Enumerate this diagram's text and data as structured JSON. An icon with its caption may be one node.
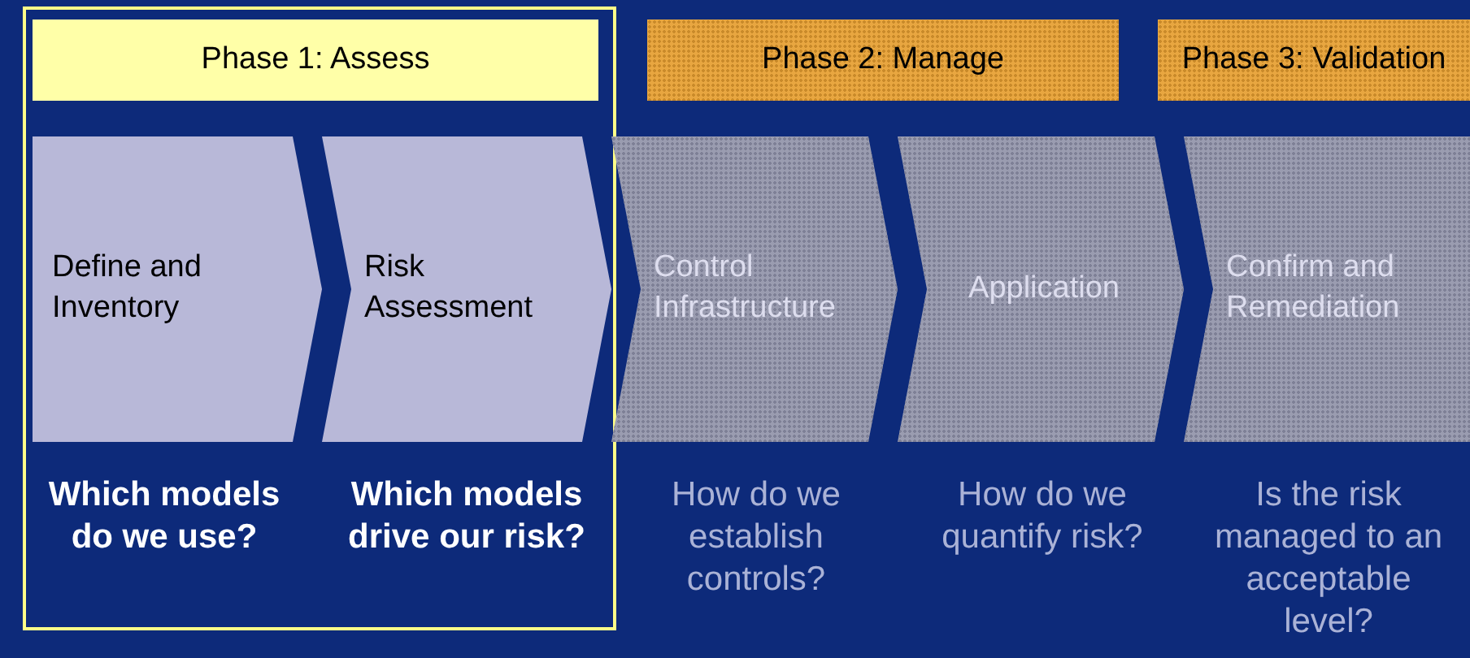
{
  "diagram": {
    "nodes": [
      {
        "text": [
          "Phase 1: Assess"
        ]
      },
      {
        "text": [
          "Phase 2: Manage"
        ]
      },
      {
        "text": [
          "Phase 3: Validation"
        ]
      },
      {
        "text": [
          "Define and Inventory"
        ],
        "beside": [
          "Which models do we use?"
        ]
      },
      {
        "text": [
          "Risk Assessment"
        ],
        "beside": [
          "Which models drive our risk?"
        ]
      },
      {
        "text": [
          "Control Infrastructure"
        ],
        "beside": [
          "How do we establish controls?"
        ]
      },
      {
        "text": [
          "Application"
        ],
        "beside": [
          "How do we quantify risk?"
        ]
      },
      {
        "text": [
          "Confirm and Remediation"
        ],
        "beside": [
          "Is the risk managed to an acceptable level?"
        ]
      }
    ]
  }
}
